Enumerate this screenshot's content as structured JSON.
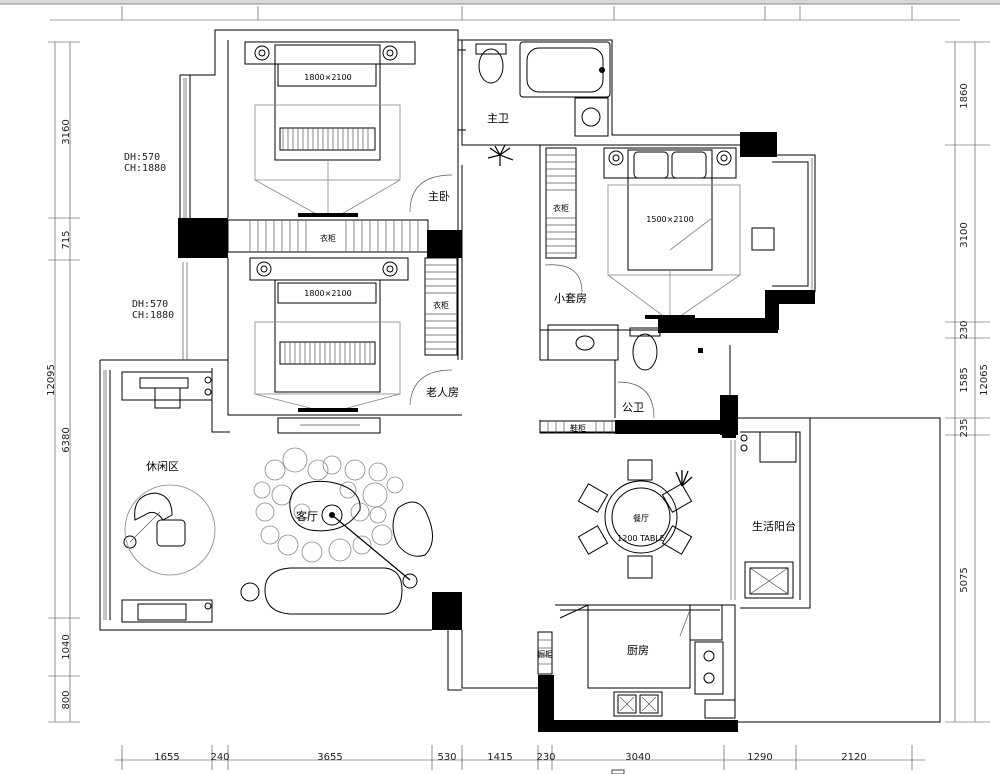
{
  "rooms": {
    "master_bath": "主卫",
    "master_bedroom_label": "主卧",
    "elder_room": "老人房",
    "small_bedroom": "小套房",
    "public_bath": "公卫",
    "leisure_area": "休闲区",
    "living_room": "客厅",
    "dining_room": "餐厅",
    "dining_table": "1200 TABLE",
    "kitchen": "厨房",
    "balcony": "生活阳台",
    "closet_main": "衣柜",
    "closet_side": "衣柜",
    "closet_small": "衣柜",
    "shoe_cabinet": "鞋柜",
    "cabinet_kitchen": "橱柜"
  },
  "furniture": {
    "bed_top": "1800×2100",
    "bed_mid": "1800×2100",
    "bed_small": "1500×2100"
  },
  "notes": {
    "dh1": "DH:570",
    "ch1": "CH:1880",
    "dh2": "DH:570",
    "ch2": "CH:1880"
  },
  "dimensions": {
    "left": [
      "3160",
      "715",
      "12095",
      "6380",
      "1040",
      "800"
    ],
    "right": [
      "1860",
      "3100",
      "230",
      "1585",
      "12065",
      "235",
      "5075"
    ],
    "bottom": [
      "1655",
      "240",
      "3655",
      "530",
      "1415",
      "230",
      "3040",
      "1290",
      "2120"
    ]
  }
}
